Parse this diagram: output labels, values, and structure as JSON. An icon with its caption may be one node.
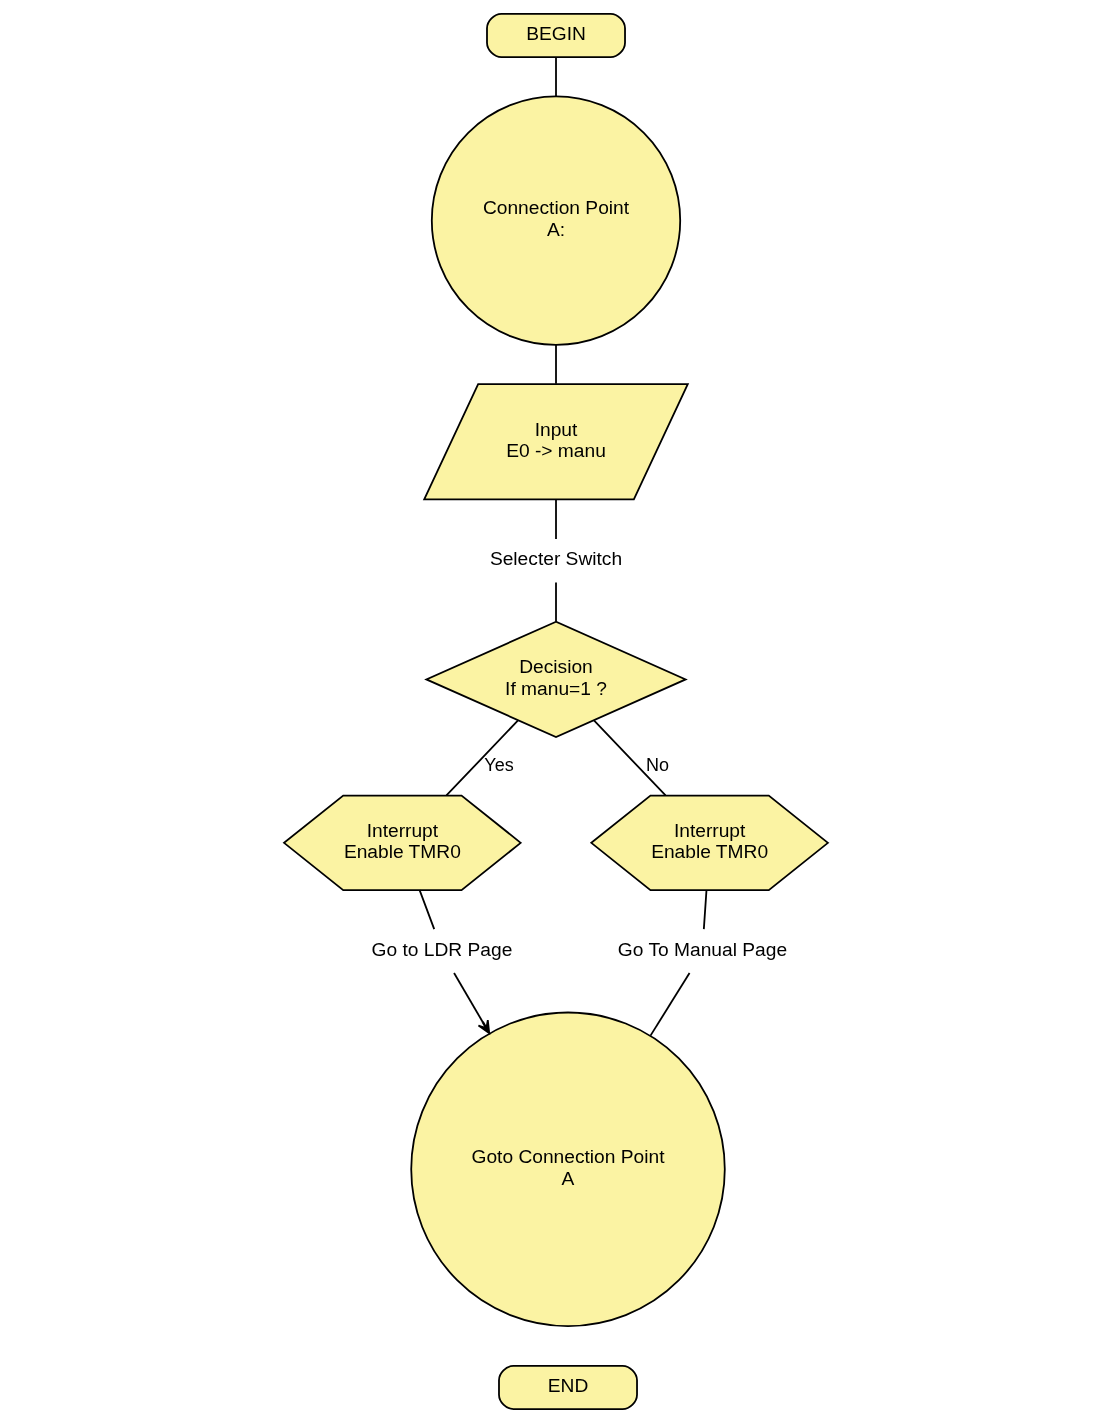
{
  "diagram": {
    "nodes": [
      {
        "text": [
          "BEGIN"
        ]
      },
      {
        "text": [
          "Connection Point",
          "A:"
        ]
      },
      {
        "text": [
          "Input",
          "E0 -> manu"
        ]
      },
      {
        "text": [
          "Selecter Switch"
        ]
      },
      {
        "text": [
          "Decision",
          "If manu=1 ?"
        ]
      },
      {
        "text": [
          "Interrupt",
          "Enable TMR0"
        ]
      },
      {
        "text": [
          "Interrupt",
          "Enable TMR0"
        ]
      },
      {
        "text": [
          "Go to LDR Page"
        ]
      },
      {
        "text": [
          "Go To Manual Page"
        ]
      },
      {
        "text": [
          "Goto Connection Point",
          "A"
        ]
      },
      {
        "text": [
          "END"
        ]
      }
    ],
    "edges": [
      {
        "from": 0,
        "to": 1,
        "arrow": "none"
      },
      {
        "from": 1,
        "to": 2,
        "arrow": "none"
      },
      {
        "from": 2,
        "to": 3,
        "arrow": "none"
      },
      {
        "from": 3,
        "to": 4,
        "arrow": "none"
      },
      {
        "from": 4,
        "to": 5,
        "arrow": "none",
        "label": "Yes"
      },
      {
        "from": 4,
        "to": 6,
        "arrow": "none",
        "label": "No"
      },
      {
        "from": 5,
        "to": 7,
        "arrow": "none"
      },
      {
        "from": 6,
        "to": 8,
        "arrow": "none"
      },
      {
        "from": 7,
        "to": 9,
        "arrow": "to"
      },
      {
        "from": 8,
        "to": 9,
        "arrow": "none"
      }
    ]
  }
}
